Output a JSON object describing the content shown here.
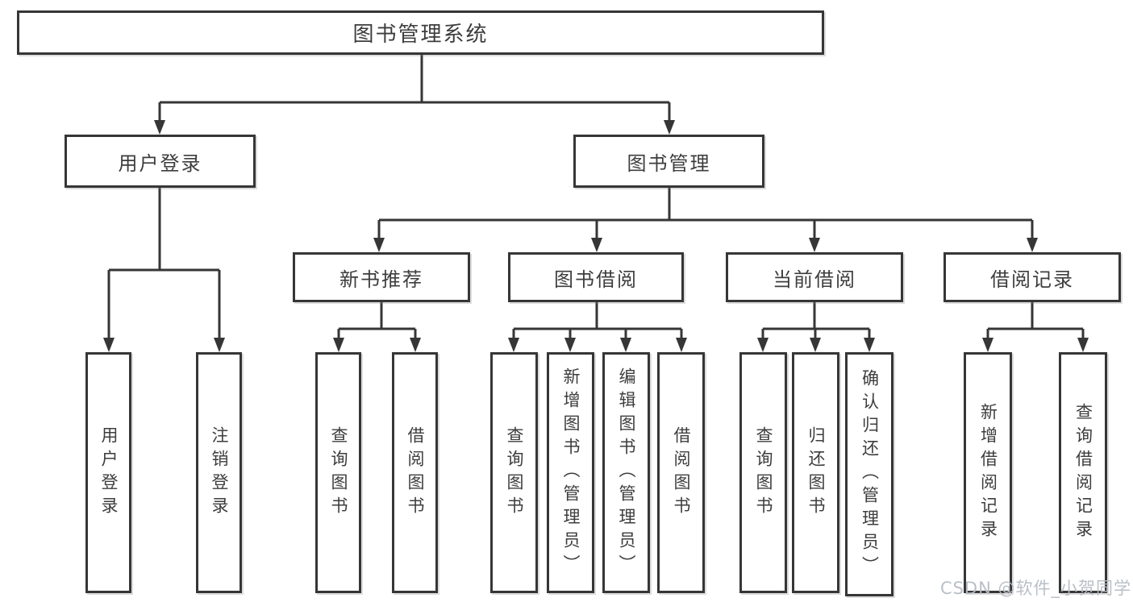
{
  "tree": {
    "root": {
      "label": "图书管理系统"
    },
    "branches": [
      {
        "label": "用户登录",
        "children": [
          {
            "label": "用户登录"
          },
          {
            "label": "注销登录"
          }
        ]
      },
      {
        "label": "图书管理",
        "children": [
          {
            "label": "新书推荐",
            "children": [
              {
                "label": "查询图书"
              },
              {
                "label": "借阅图书"
              }
            ]
          },
          {
            "label": "图书借阅",
            "children": [
              {
                "label": "查询图书"
              },
              {
                "label": "新增图书（管理员）"
              },
              {
                "label": "编辑图书（管理员）"
              },
              {
                "label": "借阅图书"
              }
            ]
          },
          {
            "label": "当前借阅",
            "children": [
              {
                "label": "查询图书"
              },
              {
                "label": "归还图书"
              },
              {
                "label": "确认归还（管理员）"
              }
            ]
          },
          {
            "label": "借阅记录",
            "children": [
              {
                "label": "新增借阅记录"
              },
              {
                "label": "查询借阅记录"
              }
            ]
          }
        ]
      }
    ]
  },
  "watermark": {
    "text": "CSDN @软件_小贺同学"
  },
  "colors": {
    "line": "#363636",
    "box_border": "#363636",
    "text": "#3d3d3d",
    "watermark": "#b6bcc4",
    "background": "#ffffff"
  }
}
